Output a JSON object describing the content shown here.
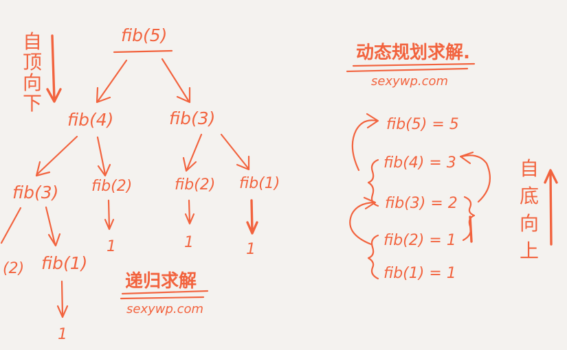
{
  "colors": {
    "ink": "#f2633e",
    "background": "#f4f2ef"
  },
  "recursion": {
    "root": "fib(5)",
    "level1_left": "fib(4)",
    "level1_right": "fib(3)",
    "level2_a": "fib(3)",
    "level2_b": "fib(2)",
    "level2_c": "fib(2)",
    "level2_d": "fib(1)",
    "level3_a": "(2)",
    "level3_b": "fib(1)",
    "leaf_value": "1",
    "caption": "递归求解",
    "site": "sexywp.com",
    "direction_label": [
      "自",
      "顶",
      "向",
      "下"
    ]
  },
  "dp": {
    "caption": "动态规划求解.",
    "site": "sexywp.com",
    "rows": [
      "fib(5) = 5",
      "fib(4) = 3",
      "fib(3) = 2",
      "fib(2) = 1",
      "fib(1) = 1"
    ],
    "direction_label": [
      "自",
      "底",
      "向",
      "上"
    ]
  }
}
